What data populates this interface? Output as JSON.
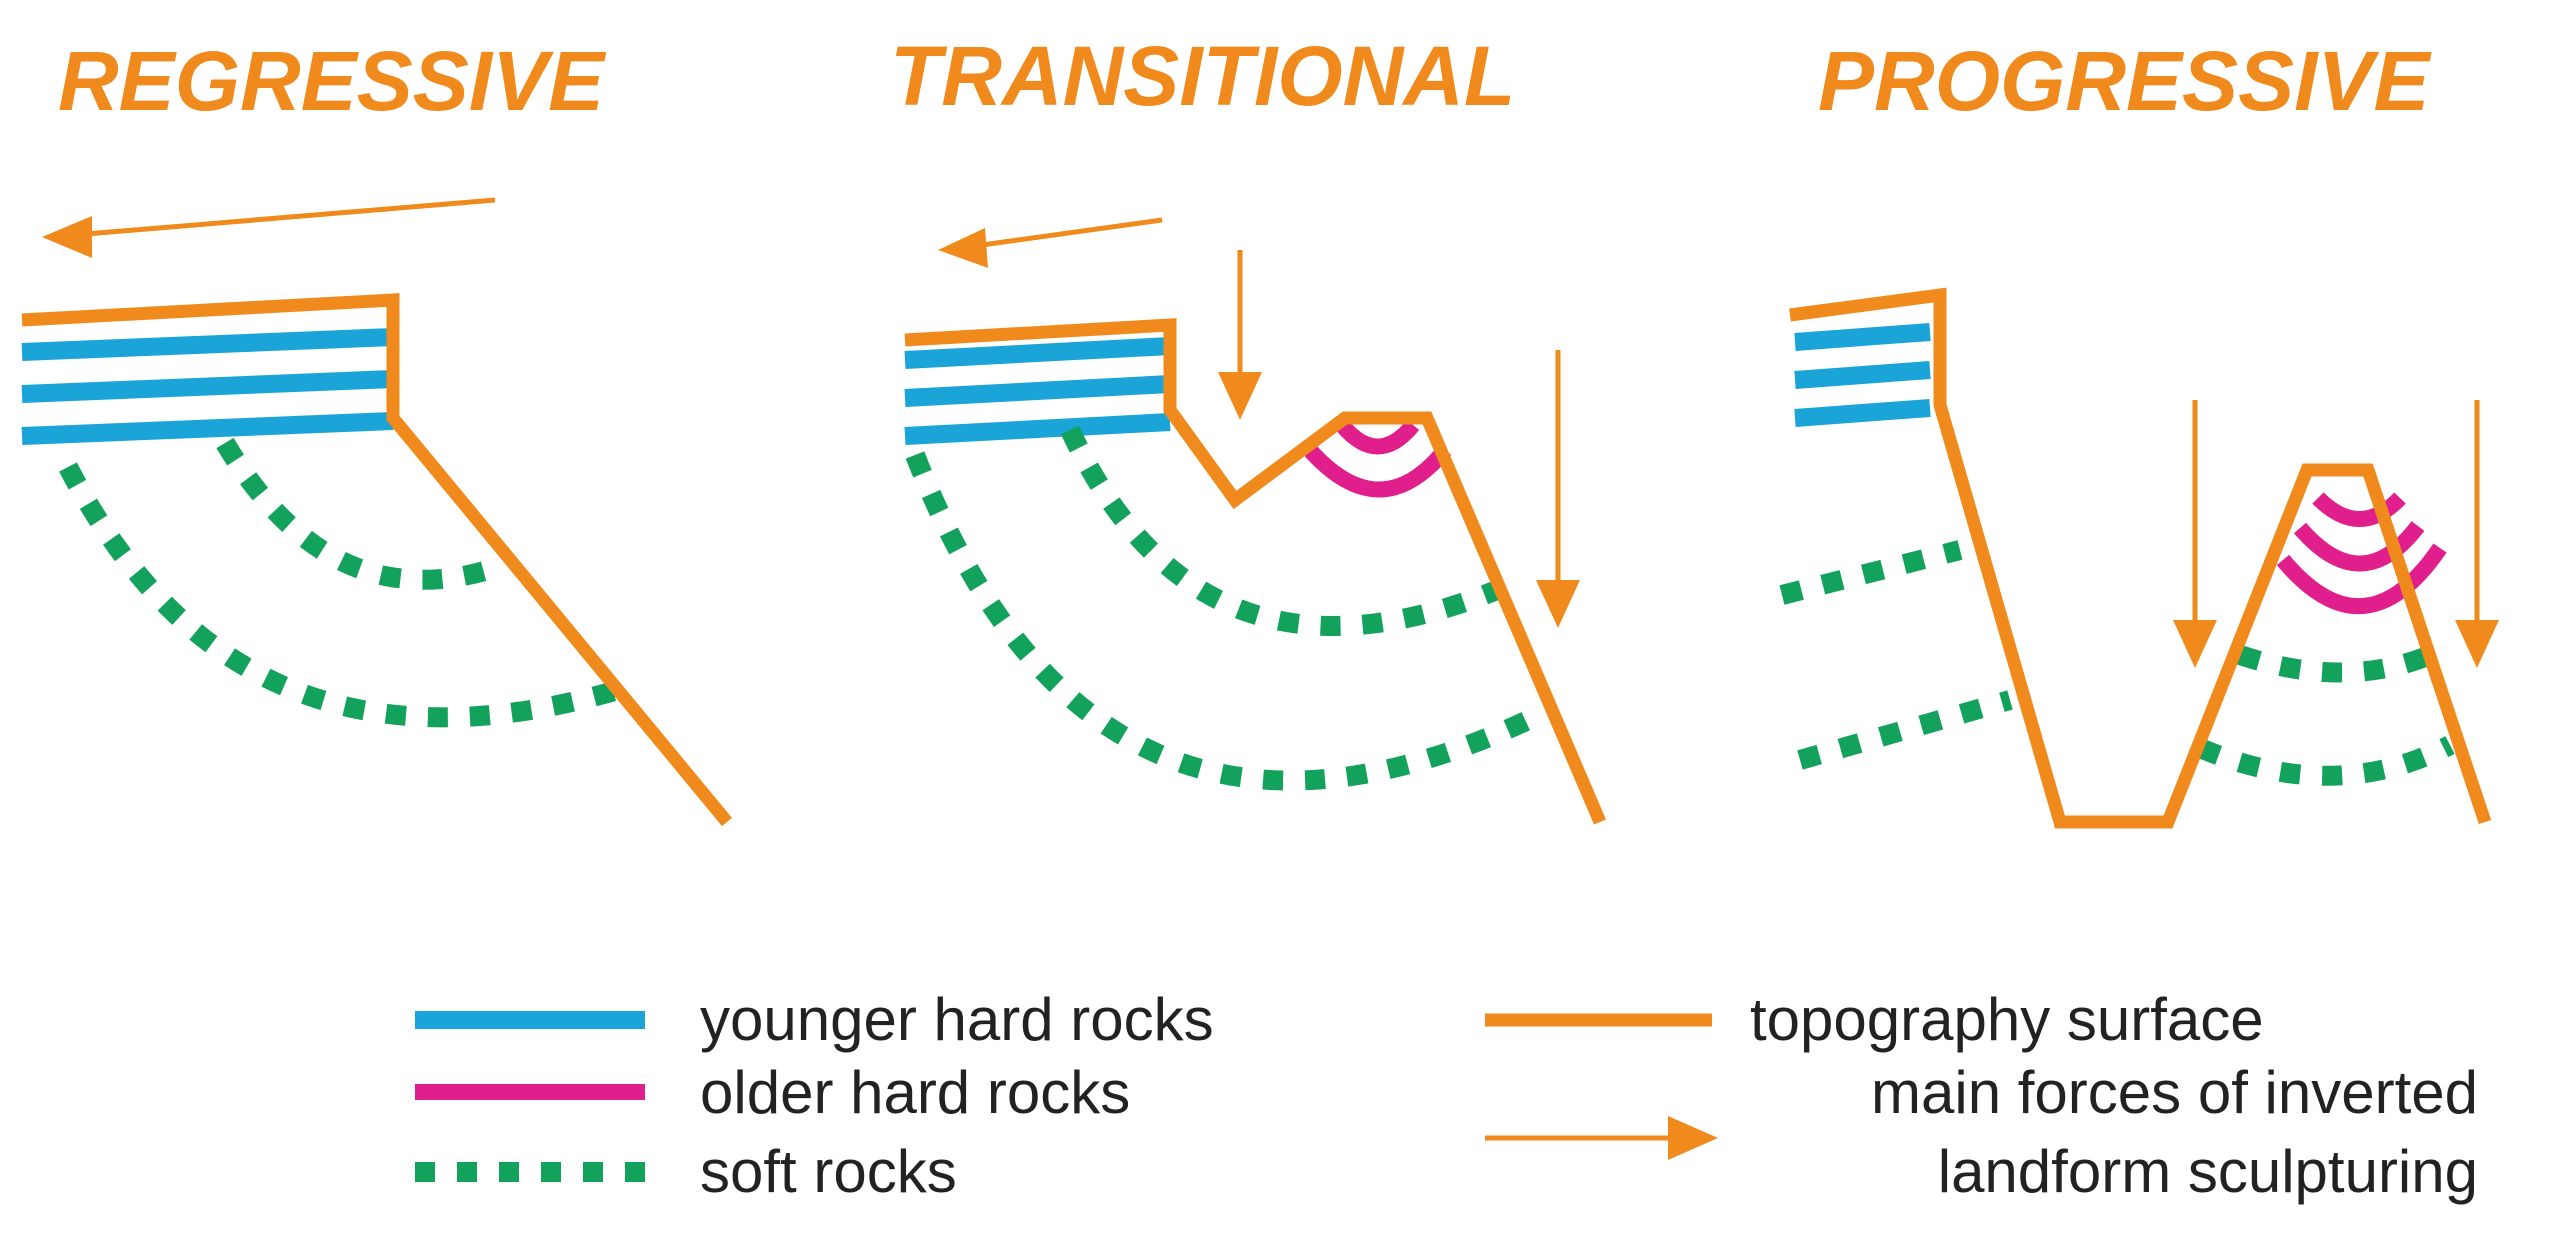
{
  "colors": {
    "topography": "#f08a1c",
    "younger_hard_rocks": "#1ba4d8",
    "older_hard_rocks": "#e01f8c",
    "soft_rocks": "#13a25c",
    "text": "#222222"
  },
  "panels": [
    {
      "title": "REGRESSIVE"
    },
    {
      "title": "TRANSITIONAL"
    },
    {
      "title": "PROGRESSIVE"
    }
  ],
  "legend": {
    "younger_hard_rocks": "younger hard rocks",
    "older_hard_rocks": "older hard rocks",
    "soft_rocks": "soft rocks",
    "topography_surface": "topography surface",
    "main_forces_line1": "main forces of inverted",
    "main_forces_line2": "landform sculpturing"
  }
}
